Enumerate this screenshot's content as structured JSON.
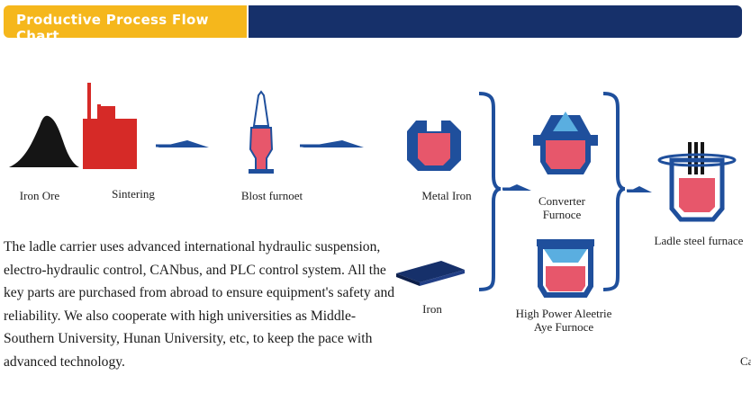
{
  "header": {
    "title": "Productive Process Flow Chart"
  },
  "colors": {
    "accent": "#f5b71c",
    "navy": "#16306a",
    "red": "#d62a27",
    "blue": "#1f4f9c",
    "light_blue": "#5aaee0"
  },
  "diagram": {
    "nodes": [
      {
        "id": "iron-ore",
        "label": "Iron Ore",
        "icon": "mountain-icon"
      },
      {
        "id": "sintering",
        "label": "Sintering",
        "icon": "factory-icon"
      },
      {
        "id": "blast-furnace",
        "label": "Blost furnoet",
        "icon": "blast-furnace-icon"
      },
      {
        "id": "metal-iron",
        "label": "Metal Iron",
        "icon": "ladle-icon"
      },
      {
        "id": "iron",
        "label": "Iron",
        "icon": "iron-plate-icon"
      },
      {
        "id": "converter",
        "label_line1": "Converter",
        "label_line2": "Furnoce",
        "icon": "converter-icon"
      },
      {
        "id": "arc-furnace",
        "label_line1": "High Power Aleetrie",
        "label_line2": "Aye Furnoce",
        "icon": "arc-furnace-icon"
      },
      {
        "id": "ladle-furnace",
        "label": "Ladle steel furnace",
        "icon": "ladle-furnace-icon"
      }
    ],
    "edge_caption": "Ca"
  },
  "description": "The ladle carrier uses advanced international hydraulic suspension, electro-hydraulic control, CANbus, and PLC control system. All the key parts are purchased from abroad to ensure equipment's safety and reliability. We also cooperate with high universities as Middle-Southern University, Hunan University, etc, to keep the pace with advanced technology."
}
